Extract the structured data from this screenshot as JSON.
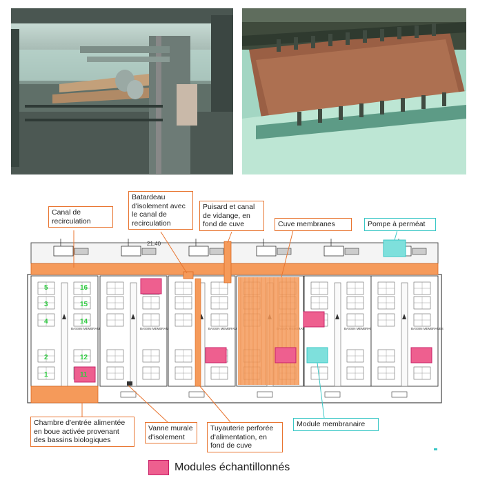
{
  "callouts": {
    "canal": "Canal de recirculation",
    "batardeau": "Batardeau d'isolement avec le canal de recirculation",
    "puisard": "Puisard et canal de vidange, en fond de cuve",
    "cuve": "Cuve membranes",
    "pompe": "Pompe à perméat",
    "chambre": "Chambre d'entrée alimentée en boue activée provenant des bassins biologiques",
    "vanne": "Vanne murale d'isolement",
    "tuyauterie": "Tuyauterie perforée d'alimentation, en fond de cuve",
    "module": "Module membranaire"
  },
  "plan_numbers": {
    "left_column": [
      "5",
      "3",
      "4",
      "2",
      "1"
    ],
    "right_column": [
      "16",
      "15",
      "14",
      "12",
      "11"
    ]
  },
  "plan_text": {
    "elevation": "21,40",
    "basin_label": "BASSIN MEMBRANES"
  },
  "legend": {
    "label": "Modules échantillonnés"
  },
  "colors": {
    "callout_border": "#e8742f",
    "pump_border": "#39c7c6",
    "sampled_module": "#ee5f8f",
    "orange_fill": "#f59a5a",
    "number_green": "#2ecc40"
  }
}
